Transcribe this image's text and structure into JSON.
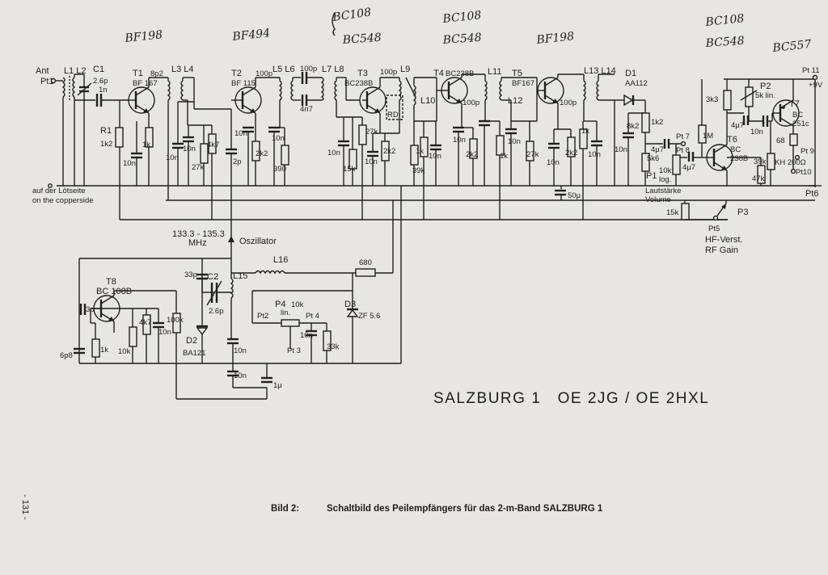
{
  "handwritten": {
    "t1": "BF198",
    "t2": "BF494",
    "t3a": "BC108",
    "t3b": "BC548",
    "t4a": "BC108",
    "t4b": "BC548",
    "t5": "BF198",
    "t6a": "BC108",
    "t6b": "BC548",
    "t7": "BC557"
  },
  "components": {
    "ant": "Ant",
    "pt1": "Pt1",
    "l1l2": "L1 L2",
    "c1": "C1",
    "c1_val": "2.6p",
    "c1n": "1n",
    "t1": "T1",
    "t1_type": "BF 167",
    "c8p2": "8p2",
    "l3l4": "L3 L4",
    "r1": "R1",
    "r1_val": "1k2",
    "t2": "T2",
    "t2_type": "BF 115",
    "c100p_a": "100p",
    "l5l6": "L5 L6",
    "c100p_b": "100p",
    "c4n7": "4n7",
    "l7l8": "L7 L8",
    "t3": "T3",
    "t3_type": "BC238B",
    "c100p_c": "100p",
    "l9": "L9",
    "rd": "RD",
    "l10": "L10",
    "t4": "T4",
    "t4_type": "BC238B",
    "l11": "L11",
    "c100p_d": "100p",
    "t5": "T5",
    "t5_type": "BF167",
    "l12": "L12",
    "l13l14": "L13 L14",
    "c100p_e": "100p",
    "d1": "D1",
    "d1_type": "AA112",
    "pt11": "Pt 11",
    "plus9v": "+9V",
    "r3k3": "3k3",
    "p2": "P2",
    "p2_val": "5k lin.",
    "t7": "T7",
    "t7_type": "BC",
    "t7_type2": "251c",
    "c4u7_a": "4μ7",
    "c10n_t7": "10n",
    "r68": "68",
    "r39k": "39k",
    "kh": "KH 200Ω",
    "pt9": "Pt 9",
    "pt10": "Pt10",
    "r47k": "47k",
    "r1m": "1M",
    "t6": "T6",
    "t6_type": "BC",
    "t6_type2": "238B",
    "pt7": "Pt 7",
    "pt8": "Pt 8",
    "c4u7_b": "4μ7",
    "c4u7_c": "4μ7",
    "r1k2": "1k2",
    "r5k6": "5k6",
    "c8k2": "8k2",
    "c10n_d1": "10n",
    "p1": "P1",
    "p1_val": "10k",
    "p1_log": "log.",
    "lautstaerke": "Lautstärke",
    "volume": "Volume",
    "r15k": "15k",
    "p3": "P3",
    "pt5": "Pt5",
    "pt6": "Pt6",
    "hf_verst": "HF-Verst.",
    "rf_gain": "RF Gain",
    "c50u": "50μ",
    "c2p": "2p",
    "r390": "390",
    "r27k_a": "27k",
    "r4k7_a": "4k7",
    "r2k2_a": "2k2",
    "r1k_a": "1k",
    "r15k_b": "15k",
    "r27k_b": "27k",
    "r2k2_b": "2k2",
    "r39k_b": "39k",
    "r1k_b": "1k",
    "r2k2_c": "2k2",
    "r1k_c": "1k",
    "r27k_c": "27k",
    "r2k2_d": "2k2",
    "r1k_d": "1k",
    "c10n": "10n",
    "copperside_de": "auf der Lötseite",
    "copperside_en": "on the copperside",
    "freq": "133.3 - 135.3",
    "mhz": "MHz",
    "oszillator": "Oszillator",
    "t8": "T8",
    "t8_type": "BC 108B",
    "c3p": "3p",
    "c6p8": "6p8",
    "r1k_t8": "1k",
    "r10k_t8": "10k",
    "r4k7_t8": "4k7",
    "c10n_t8": "10n",
    "r100k": "100k",
    "d2": "D2",
    "d2_type": "BA121",
    "c33p": "33p",
    "c2": "C2",
    "c2_val": "2.6p",
    "l15": "L15",
    "l16": "L16",
    "r680": "680",
    "p4": "P4",
    "p4_val": "10k",
    "p4_lin": "lin.",
    "pt2": "Pt2",
    "pt4": "Pt 4",
    "pt3": "Pt 3",
    "c10n_p4": "10n",
    "r33k": "33k",
    "d3": "D3",
    "d3_type": "ZF 5.6",
    "c10n_l15": "10n",
    "c10n_bot": "10n",
    "c1u": "1μ"
  },
  "title": "SALZBURG 1   OE 2JG / OE 2HXL",
  "caption_label": "Bild   2:",
  "caption_text": "Schaltbild des Peilempfängers für das 2-m-Band SALZBURG 1",
  "page_number": "- 131 -"
}
